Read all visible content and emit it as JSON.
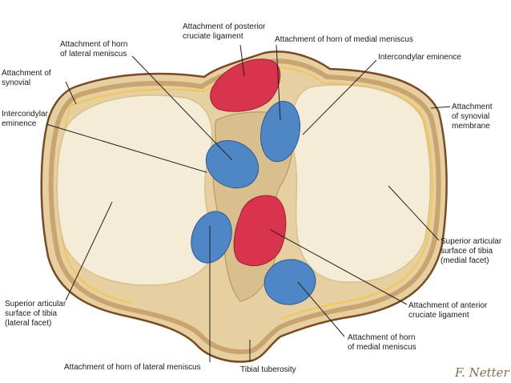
{
  "figure": {
    "title": "",
    "colors": {
      "bone_outline": "#7a4a22",
      "bone_body": "#e8d2a6",
      "cortical_rim": "#c9a46e",
      "articular_facet": "#f6eedb",
      "synovial_line": "#f2c64a",
      "ligament": "#d8344e",
      "meniscus_horn": "#4f86c6",
      "leader_line": "#222222"
    }
  },
  "labels": {
    "posterior_cruciate": "Attachment of posterior\ncruciate ligament",
    "horn_lateral_top": "Attachment of horn\nof lateral meniscus",
    "horn_medial_top": "Attachment of horn of medial meniscus",
    "intercondylar_right": "Intercondylar eminence",
    "synovial_left": "Attachment of\nsynovial",
    "synovial_right": "Attachment\nof synovial\nmembrane",
    "intercondylar_left": "Intercondylar\neminence",
    "superior_medial": "Superior articular\nsurface of tibia\n(medial facet)",
    "superior_lateral": "Superior articular\nsurface of tibia\n(lateral facet)",
    "anterior_cruciate": "Attachment of anterior\ncruciate ligament",
    "horn_medial_bottom": "Attachment of horn\nof medial meniscus",
    "horn_lateral_bottom": "Attachment of horn of lateral meniscus",
    "tibial_tuberosity": "Tibial tuberosity"
  },
  "signature": "F. Netter"
}
